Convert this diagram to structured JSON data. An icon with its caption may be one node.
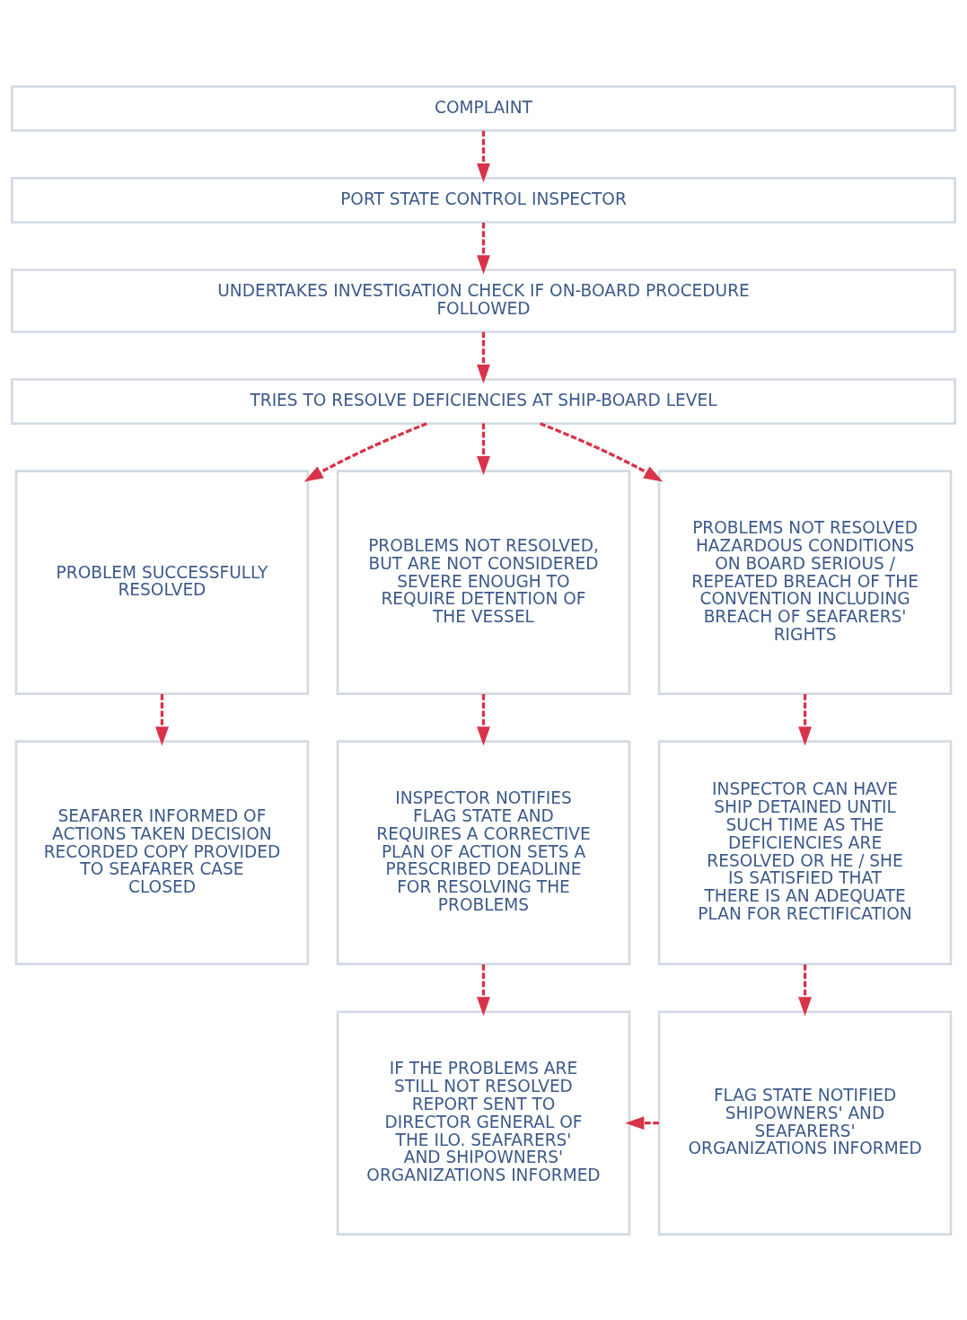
{
  "diagram": {
    "nodes": [
      {
        "text": [
          "COMPLAINT"
        ]
      },
      {
        "text": [
          "PORT STATE CONTROL INSPECTOR"
        ]
      },
      {
        "text": [
          "UNDERTAKES INVESTIGATION CHECK IF ON-BOARD PROCEDURE FOLLOWED"
        ]
      },
      {
        "text": [
          "TRIES TO RESOLVE DEFICIENCIES AT SHIP-BOARD LEVEL"
        ]
      },
      {
        "text": [
          "PROBLEM SUCCESSFULLY RESOLVED"
        ]
      },
      {
        "text": [
          "PROBLEMS NOT RESOLVED, BUT ARE NOT CONSIDERED SEVERE ENOUGH TO REQUIRE DETENTION OF THE VESSEL"
        ]
      },
      {
        "text": [
          "PROBLEMS NOT RESOLVED HAZARDOUS CONDITIONS ON BOARD SERIOUS / REPEATED BREACH OF THE CONVENTION INCLUDING BREACH OF SEAFARERS' RIGHTS"
        ]
      },
      {
        "text": [
          "SEAFARER INFORMED OF ACTIONS TAKEN DECISION RECORDED COPY PROVIDED TO SEAFARER CASE CLOSED"
        ]
      },
      {
        "text": [
          "INSPECTOR NOTIFIES FLAG STATE AND REQUIRES A CORRECTIVE PLAN OF ACTION SETS A PRESCRIBED DEADLINE FOR RESOLVING THE PROBLEMS"
        ]
      },
      {
        "text": [
          "INSPECTOR CAN HAVE SHIP DETAINED UNTIL SUCH TIME AS THE DEFICIENCIES ARE RESOLVED OR HE / SHE IS SATISFIED THAT THERE IS AN ADEQUATE PLAN FOR RECTIFICATION"
        ]
      },
      {
        "text": [
          "IF THE PROBLEMS ARE STILL NOT RESOLVED REPORT SENT TO DIRECTOR GENERAL OF THE ILO. SEAFARERS' AND SHIPOWNERS' ORGANIZATIONS INFORMED"
        ]
      },
      {
        "text": [
          "FLAG STATE NOTIFIED SHIPOWNERS' AND SEAFARERS' ORGANIZATIONS INFORMED"
        ]
      }
    ],
    "edges": [
      {
        "from": 0,
        "to": 1,
        "arrow": "to",
        "style": "dashed"
      },
      {
        "from": 1,
        "to": 2,
        "arrow": "to",
        "style": "dashed"
      },
      {
        "from": 2,
        "to": 3,
        "arrow": "to",
        "style": "dashed"
      },
      {
        "from": 3,
        "to": 4,
        "arrow": "to",
        "style": "dashed"
      },
      {
        "from": 3,
        "to": 5,
        "arrow": "to",
        "style": "dashed"
      },
      {
        "from": 3,
        "to": 6,
        "arrow": "to",
        "style": "dashed"
      },
      {
        "from": 4,
        "to": 7,
        "arrow": "to",
        "style": "dashed"
      },
      {
        "from": 5,
        "to": 8,
        "arrow": "to",
        "style": "dashed"
      },
      {
        "from": 6,
        "to": 9,
        "arrow": "to",
        "style": "dashed"
      },
      {
        "from": 8,
        "to": 10,
        "arrow": "to",
        "style": "dashed"
      },
      {
        "from": 9,
        "to": 11,
        "arrow": "to",
        "style": "dashed"
      },
      {
        "from": 11,
        "to": 10,
        "arrow": "to",
        "style": "dashed"
      }
    ]
  }
}
